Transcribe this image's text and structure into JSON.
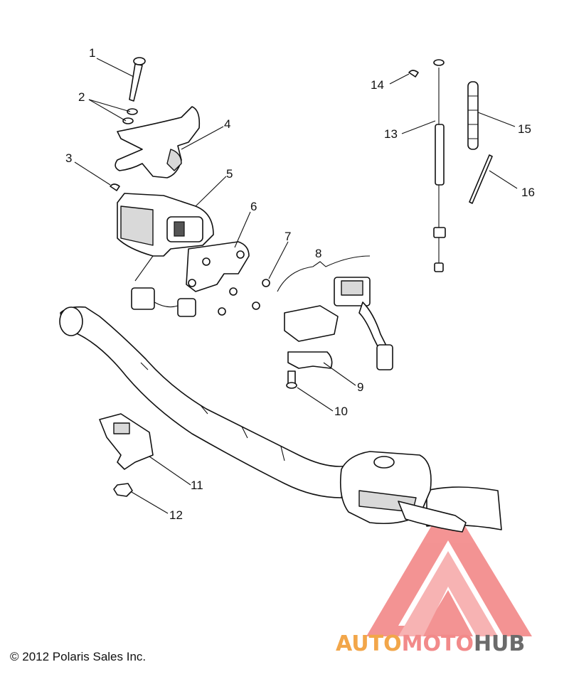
{
  "callouts": [
    "1",
    "2",
    "3",
    "4",
    "5",
    "6",
    "7",
    "8",
    "9",
    "10",
    "11",
    "12",
    "13",
    "14",
    "15",
    "16"
  ],
  "copyright": "© 2012 Polaris Sales Inc.",
  "watermark": {
    "part1": "AUTO",
    "part2": "MOTO",
    "part3": "HUB",
    "colors": {
      "auto": "#f2a64a",
      "moto": "#f28a8a",
      "hub": "#6b6b6b",
      "logo": "#f07070"
    }
  }
}
